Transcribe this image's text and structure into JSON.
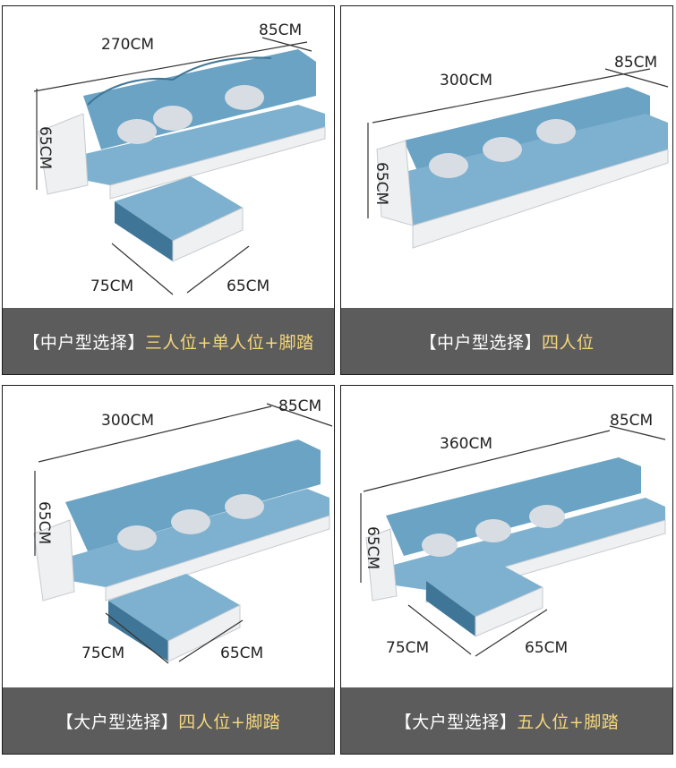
{
  "colors": {
    "fabric": "#6aa3c4",
    "fabric_dark": "#3f7697",
    "leather": "#eef0f2",
    "banner_bg": "#5c5c5c",
    "highlight_text": "#f5d77a"
  },
  "panels": [
    {
      "dims": {
        "length": "270CM",
        "depth": "85CM",
        "height": "65CM",
        "ottoman_w": "75CM",
        "ottoman_d": "65CM"
      },
      "selection": "【中户型选择】",
      "option": "三人位+单人位+脚踏"
    },
    {
      "dims": {
        "length": "300CM",
        "depth": "85CM",
        "height": "65CM"
      },
      "selection": "【中户型选择】",
      "option": "四人位"
    },
    {
      "dims": {
        "length": "300CM",
        "depth": "85CM",
        "height": "65CM",
        "ottoman_w": "75CM",
        "ottoman_d": "65CM"
      },
      "selection": "【大户型选择】",
      "option": "四人位+脚踏"
    },
    {
      "dims": {
        "length": "360CM",
        "depth": "85CM",
        "height": "65CM",
        "ottoman_w": "75CM",
        "ottoman_d": "65CM"
      },
      "selection": "【大户型选择】",
      "option": "五人位+脚踏"
    }
  ]
}
